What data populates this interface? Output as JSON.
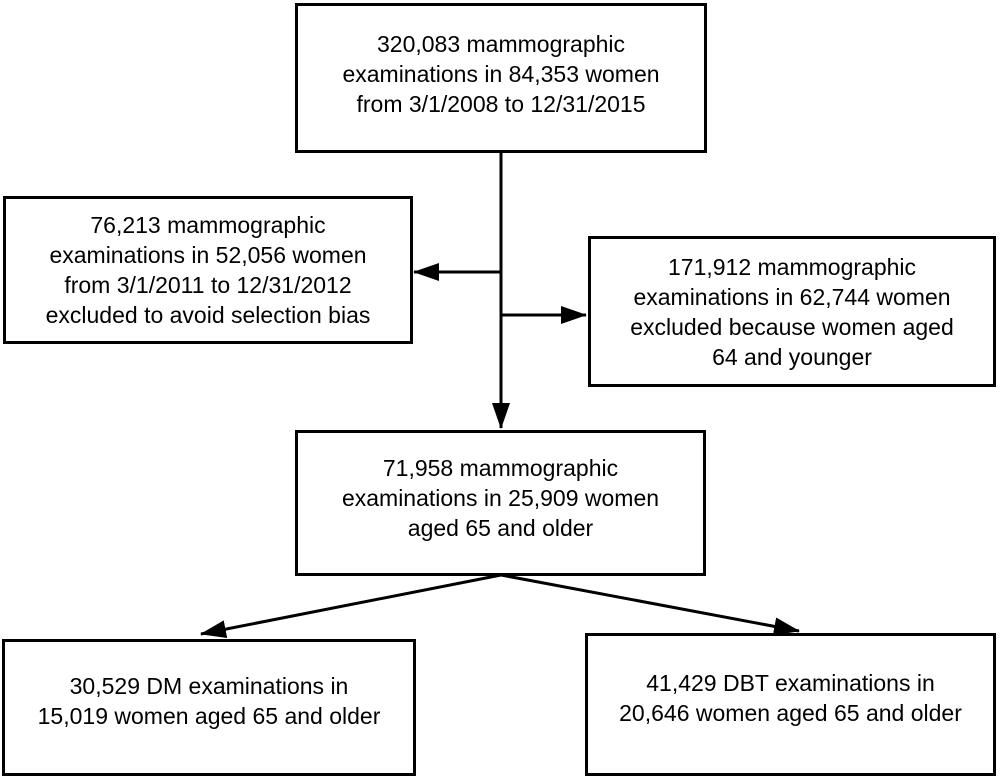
{
  "diagram": {
    "type": "flowchart",
    "colors": {
      "background": "#ffffff",
      "box_border": "#000000",
      "arrow": "#000000",
      "text": "#000000"
    },
    "boxes": {
      "source": {
        "lines": [
          "320,083 mammographic",
          "examinations in 84,353 women",
          "from 3/1/2008 to 12/31/2015"
        ]
      },
      "excluded_selection_bias": {
        "lines": [
          "76,213 mammographic",
          "examinations in 52,056 women",
          "from 3/1/2011 to 12/31/2012",
          "excluded to avoid selection bias"
        ]
      },
      "excluded_age": {
        "lines": [
          "171,912 mammographic",
          "examinations in 62,744 women",
          "excluded because women aged",
          "64 and younger"
        ]
      },
      "eligible": {
        "lines": [
          "71,958 mammographic",
          "examinations in 25,909 women",
          "aged 65 and older"
        ]
      },
      "dm": {
        "lines": [
          "30,529 DM examinations in",
          "15,019 women aged 65 and older"
        ]
      },
      "dbt": {
        "lines": [
          "41,429 DBT examinations in",
          "20,646 women aged 65 and older"
        ]
      }
    },
    "edges": [
      {
        "from": "source",
        "to": "excluded_selection_bias"
      },
      {
        "from": "source",
        "to": "excluded_age"
      },
      {
        "from": "source",
        "to": "eligible"
      },
      {
        "from": "eligible",
        "to": "dm"
      },
      {
        "from": "eligible",
        "to": "dbt"
      }
    ]
  }
}
